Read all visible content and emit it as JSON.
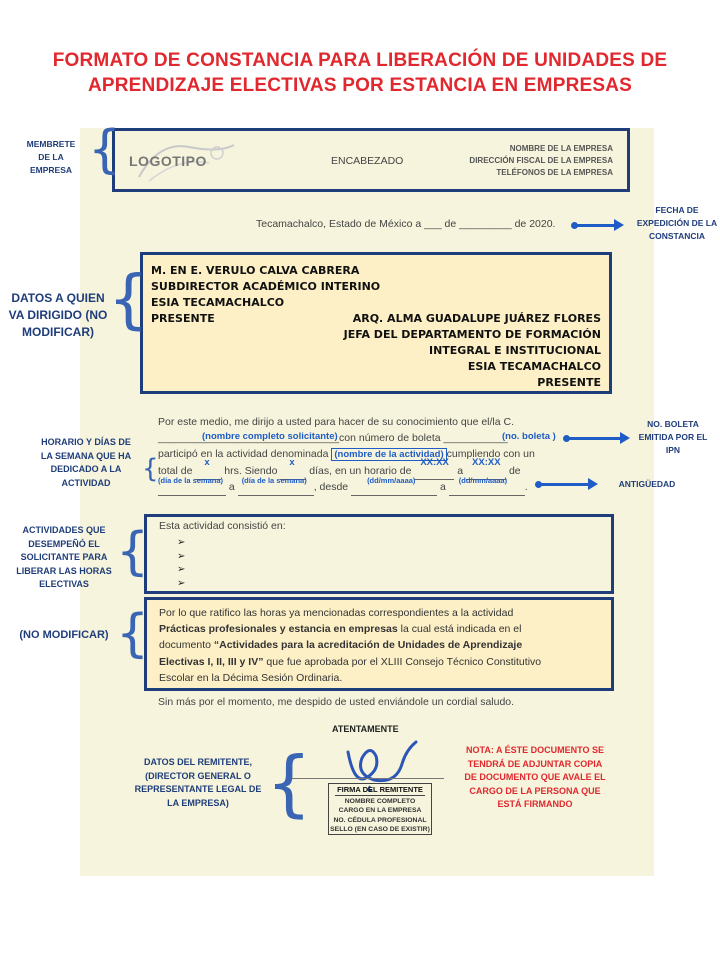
{
  "title": {
    "line1": "FORMATO DE CONSTANCIA PARA LIBERACIÓN DE UNIDADES DE",
    "line2": "APRENDIZAJE ELECTIVAS POR ESTANCIA EN EMPRESAS"
  },
  "letterhead": {
    "logo": "LOGOTIPO",
    "heading": "ENCABEZADO",
    "company_name": "NOMBRE DE LA EMPRESA",
    "company_address": "DIRECCIÓN FISCAL DE LA EMPRESA",
    "company_phones": "TELÉFONOS DE LA EMPRESA"
  },
  "date_line": "Tecamachalco, Estado de México a ___ de _________ de 2020.",
  "addressee": {
    "line1": "M. EN E. VERULO CALVA CABRERA",
    "line2": "SUBDIRECTOR ACADÉMICO INTERINO",
    "line3": "ESIA TECAMACHALCO",
    "line4": "PRESENTE",
    "r1": "ARQ. ALMA GUADALUPE JUÁREZ FLORES",
    "r2": "JEFA DEL DEPARTAMENTO  DE FORMACIÓN",
    "r3": "INTEGRAL E INSTITUCIONAL",
    "r4": "ESIA TECAMACHALCO",
    "r5": "PRESENTE"
  },
  "body": {
    "l1": "Por este medio, me dirijo a usted para hacer de su conocimiento que el/la C.",
    "l2a": "_______________________________con número de boleta ___________",
    "fill_name": "(nombre completo solicitante)",
    "fill_boleta": "(no. boleta )",
    "l3a": "participó en la actividad denominada",
    "fill_activity": "(nombre de la actividad)",
    "l3b": "cumpliendo con un",
    "l4a": "total de",
    "l4b": "hrs. Siendo",
    "l4c": "días, en un horario de",
    "l4d": "a",
    "l4e": "de",
    "fill_x": "x",
    "fill_time": "XX:XX",
    "l5a": "a",
    "l5b": ", desde",
    "l5c": "a",
    "fill_day": "(día de la semana)",
    "fill_date": "(dd/mm/aaaa)"
  },
  "activities": {
    "intro": "Esta actividad consistió en:",
    "bullets": [
      "➢",
      "➢",
      "➢",
      "➢"
    ]
  },
  "ratify": {
    "t1": "Por lo que ratifico las horas ya mencionadas correspondientes a la actividad",
    "t2b": "Prácticas profesionales y estancia en empresas",
    "t2": " la cual está indicada en el",
    "t3": "documento ",
    "t3b": "“Actividades para la acreditación de Unidades de Aprendizaje",
    "t4b": "Electivas I, II, III y IV”",
    "t4": " que fue aprobada por el XLIII Consejo Técnico Constitutivo",
    "t5": "Escolar en la Décima Sesión Ordinaria."
  },
  "closing": "Sin más por el momento, me despido de usted enviándole un cordial saludo.",
  "signature": {
    "atentamente": "ATENTAMENTE",
    "firma": "FIRMA DEL REMITENTE",
    "s1": "NOMBRE COMPLETO",
    "s2": "CARGO EN LA EMPRESA",
    "s3": "NO. CÉDULA PROFESIONAL",
    "s4": "SELLO (EN CASO DE EXISTIR)"
  },
  "side_labels": {
    "membrete": "MEMBRETE DE LA EMPRESA",
    "fecha": "FECHA DE EXPEDICIÓN DE LA CONSTANCIA",
    "datos": "DATOS A QUIEN VA DIRIGIDO (NO MODIFICAR)",
    "boleta": "NO. BOLETA EMITIDA POR EL IPN",
    "horario": "HORARIO Y DÍAS DE LA SEMANA QUE HA DEDICADO A LA ACTIVIDAD",
    "antiguedad": "ANTIGÜEDAD",
    "actividades": "ACTIVIDADES QUE DESEMPEÑÓ EL SOLICITANTE PARA LIBERAR LAS HORAS ELECTIVAS",
    "nomodificar": "(NO MODIFICAR)",
    "remitente": "DATOS DEL REMITENTE, (DIRECTOR GENERAL O REPRESENTANTE LEGAL DE LA EMPRESA)",
    "nota": "NOTA: A ÉSTE DOCUMENTO SE TENDRÁ DE ADJUNTAR COPIA DE DOCUMENTO QUE AVALE EL CARGO DE LA PERSONA QUE ESTÁ FIRMANDO"
  },
  "colors": {
    "title": "#e0282e",
    "navy": "#1f3d7a",
    "accent": "#1f5cc6",
    "paper": "#f6f4dc",
    "highlight": "#fdf0c6"
  }
}
